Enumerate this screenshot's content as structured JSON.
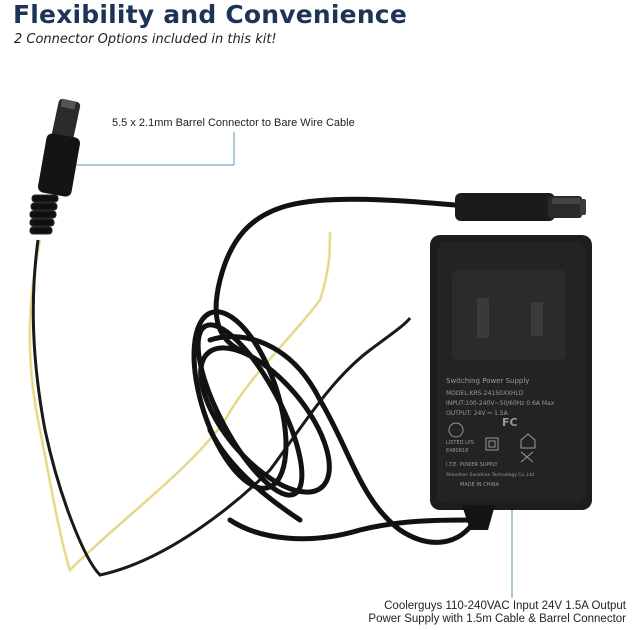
{
  "header": {
    "title": "Flexibility and Convenience",
    "subtitle": "2 Connector Options included in this kit!"
  },
  "callouts": {
    "barrel_cable": "5.5 x 2.1mm Barrel Connector to Bare Wire Cable",
    "power_supply_line1": "Coolerguys 110-240VAC Input 24V 1.5A Output",
    "power_supply_line2": "Power Supply with 1.5m Cable & Barrel Connector"
  },
  "adapter_label": {
    "line1": "Switching Power Supply",
    "line2": "MODEL:KRS-24150XXHLD",
    "line3": "INPUT:100-240V~50/60Hz 0.6A Max",
    "line4": "OUTPUT: 24V ⎓ 1.5A",
    "ul_mark": "LISTED LPS",
    "ul_number": "E480818",
    "cert_text": "I.T.E. POWER SUPPLY",
    "maker": "Shenzhen Sunshine Technology Co.,Ltd",
    "origin": "MADE IN CHINA",
    "fcc": "FC"
  },
  "colors": {
    "title": "#1c3557",
    "leader_line": "#5a9ab8",
    "adapter_body": "#1d1d1f",
    "cable": "#111111",
    "yellow_wire": "#f1e6a6"
  }
}
